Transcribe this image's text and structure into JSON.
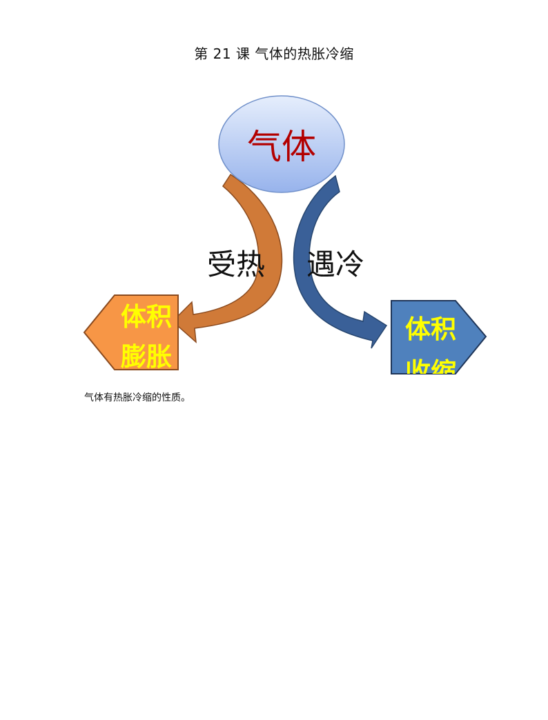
{
  "page": {
    "title": "第 21 课  气体的热胀冷缩",
    "caption": "气体有热胀冷缩的性质。"
  },
  "diagram": {
    "center_label": "气体",
    "left_arrow_label": "受热",
    "right_arrow_label": "遇冷",
    "left_box": {
      "line1": "体积",
      "line2": "膨胀"
    },
    "right_box": {
      "line1": "体积",
      "line2": "收缩"
    },
    "colors": {
      "center_text": "#b30000",
      "center_fill_top": "#dfe8fb",
      "center_fill_bottom": "#9bb6ee",
      "orange_arrow": "#c8733a",
      "orange_box": "#f79646",
      "blue_arrow": "#3c6aa5",
      "blue_box": "#4f81bd",
      "box_text": "#ffff00"
    }
  }
}
